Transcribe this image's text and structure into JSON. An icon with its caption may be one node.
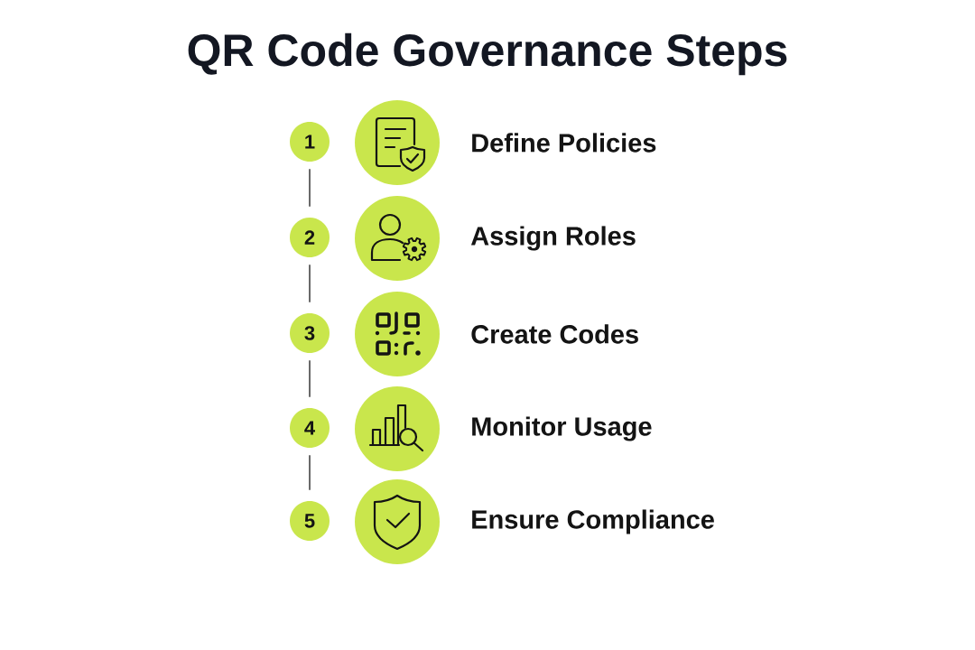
{
  "diagram": {
    "title": "QR Code Governance Steps",
    "nodes": [
      {
        "text": [
          "1"
        ]
      },
      {
        "text": [],
        "shape": "circle",
        "beside": [
          "Define Policies"
        ]
      },
      {
        "text": [
          "2"
        ]
      },
      {
        "text": [],
        "shape": "circle",
        "beside": [
          "Assign Roles"
        ]
      },
      {
        "text": [
          "3"
        ]
      },
      {
        "text": [],
        "shape": "circle",
        "beside": [
          "Create Codes"
        ]
      },
      {
        "text": [
          "4"
        ]
      },
      {
        "text": [],
        "shape": "circle",
        "beside": [
          "Monitor Usage"
        ]
      },
      {
        "text": [
          "5"
        ]
      },
      {
        "text": [],
        "shape": "circle",
        "beside": [
          "Ensure Compliance"
        ]
      }
    ],
    "edges": [
      {
        "from": 0,
        "to": 2,
        "arrow": "none"
      },
      {
        "from": 2,
        "to": 4,
        "arrow": "none"
      },
      {
        "from": 4,
        "to": 6,
        "arrow": "none"
      },
      {
        "from": 6,
        "to": 8,
        "arrow": "none"
      }
    ]
  }
}
